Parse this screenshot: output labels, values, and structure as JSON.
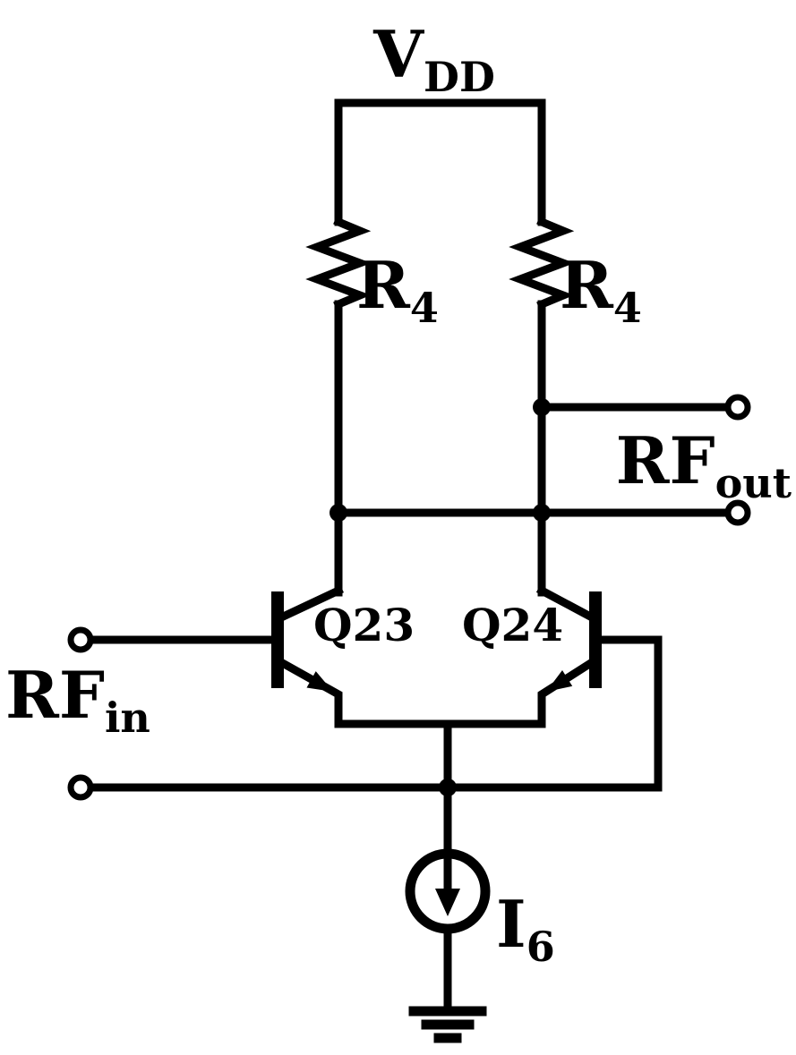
{
  "diagram": {
    "labels": {
      "vdd": {
        "main": "V",
        "sub": "DD"
      },
      "r4_left": {
        "main": "R",
        "sub": "4"
      },
      "r4_right": {
        "main": "R",
        "sub": "4"
      },
      "q23": "Q23",
      "q24": "Q24",
      "rf_out": {
        "main": "RF",
        "sub": "out"
      },
      "rf_in": {
        "main": "RF",
        "sub": "in"
      },
      "i6": {
        "main": "I",
        "sub": "6"
      }
    },
    "colors": {
      "ink": "#000000",
      "background": "#ffffff"
    }
  }
}
